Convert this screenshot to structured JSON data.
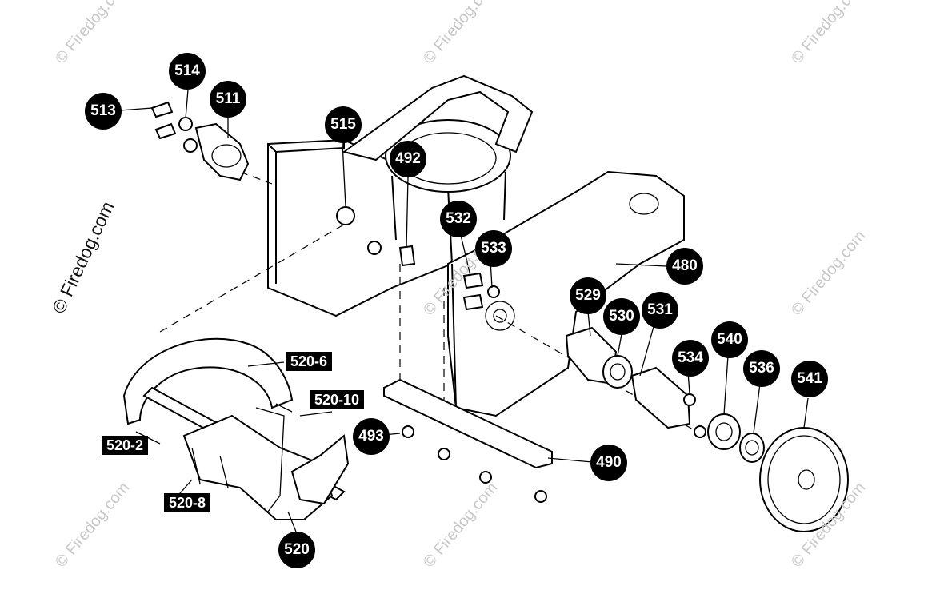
{
  "watermark": {
    "text": "© Firedog.com"
  },
  "callouts": [
    {
      "id": "c513",
      "label": "513"
    },
    {
      "id": "c514",
      "label": "514"
    },
    {
      "id": "c511",
      "label": "511"
    },
    {
      "id": "c515",
      "label": "515"
    },
    {
      "id": "c492",
      "label": "492"
    },
    {
      "id": "c532",
      "label": "532"
    },
    {
      "id": "c533",
      "label": "533"
    },
    {
      "id": "c480",
      "label": "480"
    },
    {
      "id": "c529",
      "label": "529"
    },
    {
      "id": "c530",
      "label": "530"
    },
    {
      "id": "c531",
      "label": "531"
    },
    {
      "id": "c534",
      "label": "534"
    },
    {
      "id": "c540",
      "label": "540"
    },
    {
      "id": "c536",
      "label": "536"
    },
    {
      "id": "c541",
      "label": "541"
    },
    {
      "id": "c493",
      "label": "493"
    },
    {
      "id": "c490",
      "label": "490"
    },
    {
      "id": "c520",
      "label": "520"
    }
  ],
  "tags": [
    {
      "id": "t520_6",
      "label": "520-6"
    },
    {
      "id": "t520_10",
      "label": "520-10"
    },
    {
      "id": "t520_2",
      "label": "520-2"
    },
    {
      "id": "t520_8",
      "label": "520-8"
    }
  ]
}
